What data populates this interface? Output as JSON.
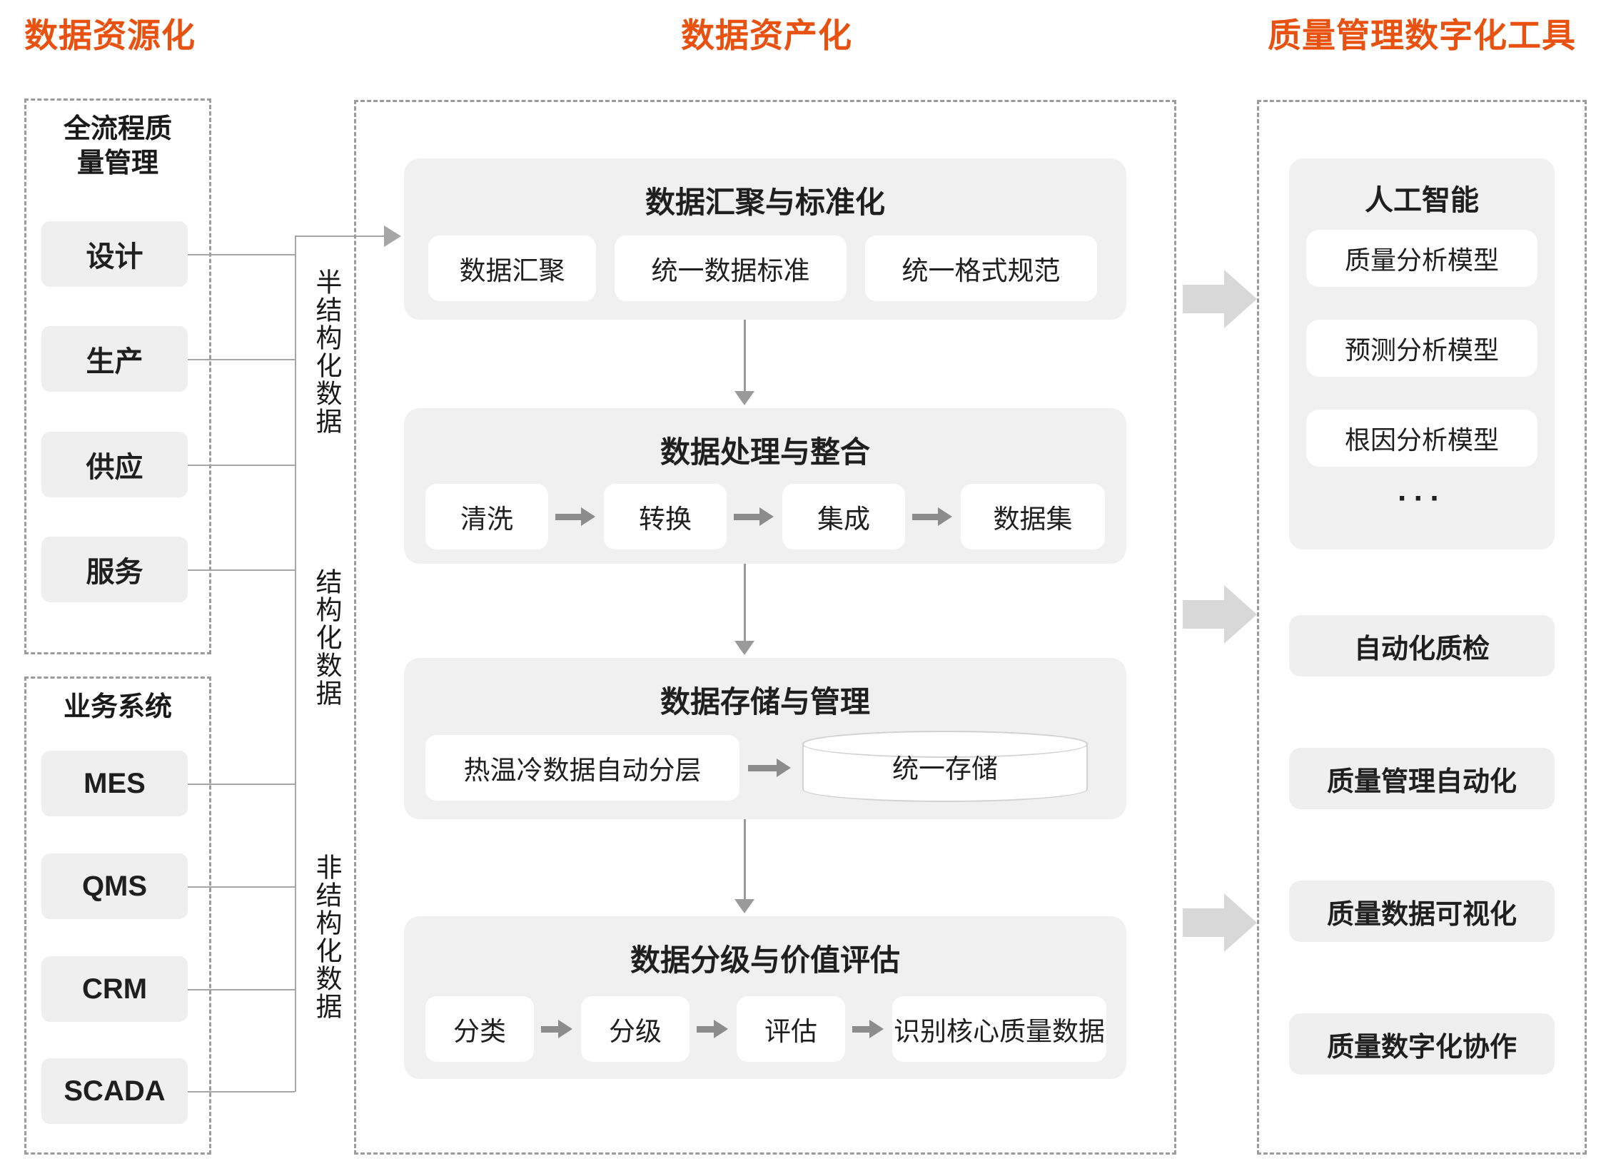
{
  "columns": {
    "left_title": "数据资源化",
    "middle_title": "数据资产化",
    "right_title": "质量管理数字化工具"
  },
  "left": {
    "process_group": {
      "heading": "全流程质\n量管理",
      "items": [
        "设计",
        "生产",
        "供应",
        "服务"
      ]
    },
    "systems_group": {
      "heading": "业务系统",
      "items": [
        "MES",
        "QMS",
        "CRM",
        "SCADA"
      ]
    },
    "data_type_labels": [
      "半结构化数据",
      "结构化数据",
      "非结构化数据"
    ]
  },
  "middle": {
    "stages": [
      {
        "title": "数据汇聚与标准化",
        "chips": [
          "数据汇聚",
          "统一数据标准",
          "统一格式规范"
        ],
        "chip_flow": false
      },
      {
        "title": "数据处理与整合",
        "chips": [
          "清洗",
          "转换",
          "集成",
          "数据集"
        ],
        "chip_flow": true
      },
      {
        "title": "数据存储与管理",
        "chips": [
          "热温冷数据自动分层",
          "统一存储"
        ],
        "chip_flow": true
      },
      {
        "title": "数据分级与价值评估",
        "chips": [
          "分类",
          "分级",
          "评估",
          "识别核心质量数据"
        ],
        "chip_flow": true
      }
    ]
  },
  "right": {
    "ai_card": {
      "title": "人工智能",
      "items": [
        "质量分析模型",
        "预测分析模型",
        "根因分析模型"
      ],
      "ellipsis": "···"
    },
    "flat_items": [
      "自动化质检",
      "质量管理自动化",
      "质量数据可视化",
      "质量数字化协作"
    ]
  },
  "colors": {
    "accent": "#E8510F",
    "card_bg": "#f0f0f0",
    "chip_bg": "#ffffff",
    "arrow_gray": "#d8d8d8",
    "line_gray": "#a6a6a6",
    "dashed_gray": "#9b9b9b"
  }
}
